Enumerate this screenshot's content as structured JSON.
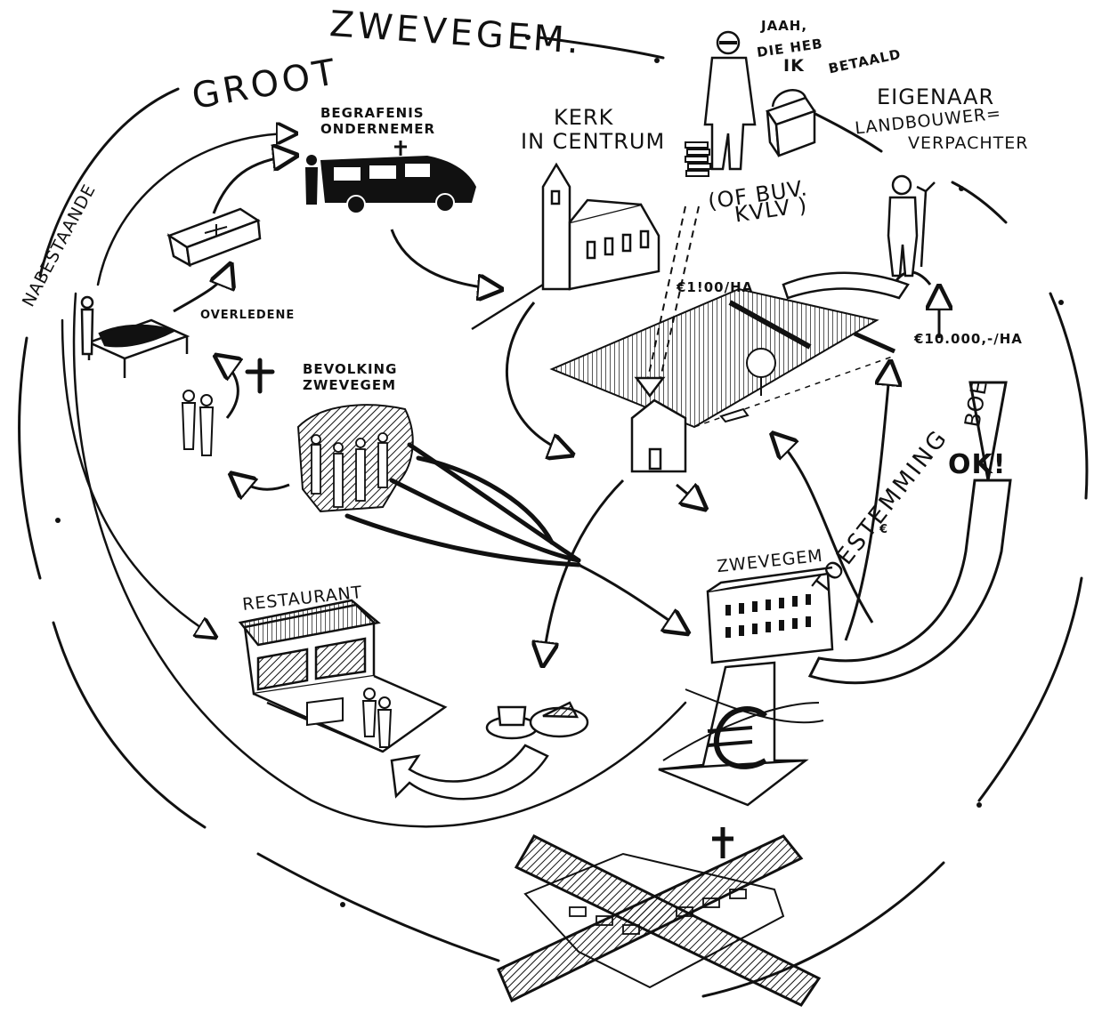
{
  "title": {
    "groot": "GROOT",
    "zwevegem": "ZWEVEGEM."
  },
  "labels": {
    "nabestaande": "NABESTAANDE",
    "begrafenis_line1": "BEGRAFENIS",
    "begrafenis_line2": "ONDERNEMER",
    "kerk_line1": "KERK",
    "kerk_line2": "IN CENTRUM",
    "jaah_line1": "JAAH,",
    "jaah_line2": "DIE HEB",
    "ik": "IK",
    "betaald": "BETAALD",
    "eigenaar": "EIGENAAR",
    "landbouwer": "LANDBOUWER=",
    "verpachter": "VERPACHTER",
    "of_buv": "(OF BUV.",
    "kvlv": "KVLV )",
    "overledene": "OVERLEDENE",
    "bevolking_line1": "BEVOLKING",
    "bevolking_line2": "ZWEVEGEM",
    "price_low": "€1!00/HA",
    "price_high": "€10.000,-/HA",
    "boe": "BOE",
    "ok": "OK!",
    "toestemming": "TOESTEMMING",
    "euro_small": "€",
    "restaurant": "RESTAURANT",
    "gemeente": "ZWEVEGEM"
  },
  "colors": {
    "ink": "#111111",
    "paper": "#ffffff"
  }
}
